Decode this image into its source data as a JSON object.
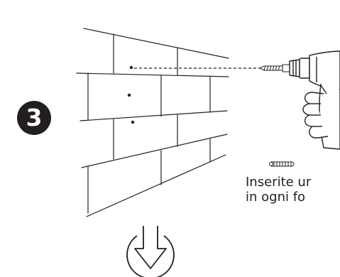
{
  "step": {
    "number": "3"
  },
  "caption": {
    "line1": "Inserite ur",
    "line2": "in ogni fo"
  },
  "icons": {
    "wall": "brick-wall-icon",
    "drill": "power-drill-icon",
    "screw": "drill-bit-icon",
    "wall_plug": "wall-plug-icon",
    "next_arrow": "down-arrow-icon"
  },
  "colors": {
    "ink": "#231f20",
    "background": "#ffffff"
  }
}
